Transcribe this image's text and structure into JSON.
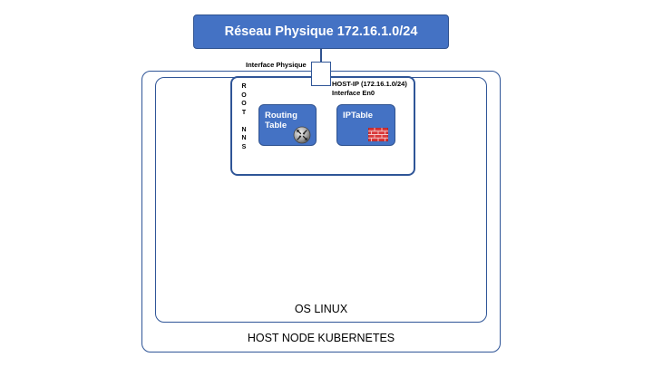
{
  "network": {
    "label": "Réseau Physique 172.16.1.0/24"
  },
  "interfaces": {
    "physical_label": "Interface Physique",
    "host_ip_label": "HOST-IP (172.16.1.0/24)",
    "en0_label": "Interface En0"
  },
  "namespace": {
    "label_letters": [
      "R",
      "O",
      "O",
      "T",
      "",
      "N",
      "N",
      "S"
    ]
  },
  "components": {
    "routing": {
      "line1": "Routing",
      "line2": "Table",
      "icon": "router-icon"
    },
    "iptable": {
      "label": "IPTable",
      "icon": "firewall-icon"
    }
  },
  "containers": {
    "os_linux": "OS LINUX",
    "host_node": "HOST NODE KUBERNETES"
  },
  "colors": {
    "accent": "#4472c4",
    "border": "#2f5597",
    "firewall": "#d9383a"
  }
}
